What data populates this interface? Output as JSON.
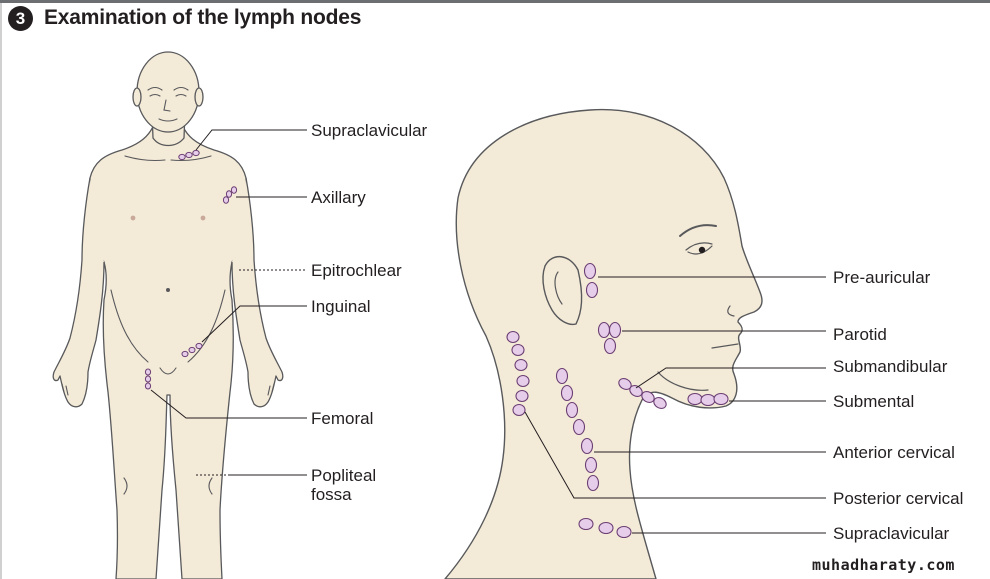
{
  "header": {
    "step_number": "3",
    "title": "Examination of the lymph nodes"
  },
  "body_labels": {
    "supraclavicular": "Supraclavicular",
    "axillary": "Axillary",
    "epitrochlear": "Epitrochlear",
    "inguinal": "Inguinal",
    "femoral": "Femoral",
    "popliteal_line1": "Popliteal",
    "popliteal_line2": "fossa"
  },
  "head_labels": {
    "pre_auricular": "Pre-auricular",
    "parotid": "Parotid",
    "submandibular": "Submandibular",
    "submental": "Submental",
    "anterior_cervical": "Anterior cervical",
    "posterior_cervical": "Posterior cervical",
    "supraclavicular": "Supraclavicular"
  },
  "watermark": "muhadharaty.com",
  "colors": {
    "skin": "#f4ead8",
    "outline": "#58595b",
    "node_fill": "#e6cdea",
    "node_stroke": "#6b3f73",
    "leader": "#231f20"
  }
}
